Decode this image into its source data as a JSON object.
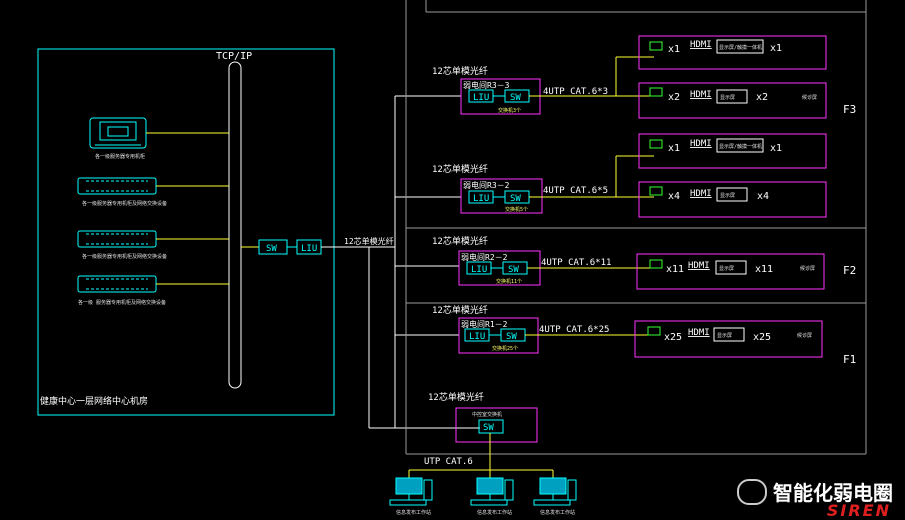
{
  "network": {
    "tcp_label": "TCP/IP",
    "center_room_label": "健康中心一层网络中心机房",
    "core_sw": "SW",
    "core_liu": "LIU",
    "trunk_label": "12芯单模光纤",
    "servers": [
      {
        "label": "各一级服务器专用机柜"
      },
      {
        "label": "各一级服务器专用机柜及网络交换设备"
      },
      {
        "label": "各一级服务器专用机柜及网络交换设备"
      },
      {
        "label": "各一级  服务器专用机柜及网络交换设备"
      }
    ]
  },
  "floors": [
    {
      "name": "F3"
    },
    {
      "name": "F2"
    },
    {
      "name": "F1"
    }
  ],
  "racks": [
    {
      "fiber": "12芯单模光纤",
      "rack": "弱电间R3－3",
      "liu": "LIU",
      "sw": "SW",
      "rack_note": "交换机3个",
      "cable": "4UTP  CAT.6*3",
      "endpoints": [
        {
          "count": "x1",
          "hdmi": "HDMI",
          "device": "显示屏/触摸一体机",
          "device_count": "x1",
          "note": ""
        },
        {
          "count": "x2",
          "hdmi": "HDMI",
          "device": "显示屏",
          "device_count": "x2",
          "note": "候诊屏"
        }
      ]
    },
    {
      "fiber": "12芯单模光纤",
      "rack": "弱电间R3－2",
      "liu": "LIU",
      "sw": "SW",
      "rack_note": "交换机5个",
      "cable": "4UTP  CAT.6*5",
      "endpoints": [
        {
          "count": "x1",
          "hdmi": "HDMI",
          "device": "显示屏/触摸一体机",
          "device_count": "x1",
          "note": ""
        },
        {
          "count": "x4",
          "hdmi": "HDMI",
          "device": "显示屏",
          "device_count": "x4",
          "note": ""
        }
      ]
    },
    {
      "fiber": "12芯单模光纤",
      "rack": "弱电间R2－2",
      "liu": "LIU",
      "sw": "SW",
      "rack_note": "交换机11个",
      "cable": "4UTP  CAT.6*11",
      "endpoints": [
        {
          "count": "x11",
          "hdmi": "HDMI",
          "device": "显示屏",
          "device_count": "x11",
          "note": "候诊屏"
        }
      ]
    },
    {
      "fiber": "12芯单模光纤",
      "rack": "弱电间R1－2",
      "liu": "LIU",
      "sw": "SW",
      "rack_note": "交换机25个",
      "cable": "4UTP  CAT.6*25",
      "endpoints": [
        {
          "count": "x25",
          "hdmi": "HDMI",
          "device": "显示屏",
          "device_count": "x25",
          "note": "候诊屏"
        }
      ]
    }
  ],
  "control": {
    "fiber": "12芯单模光纤",
    "box_label": "中控室交换机",
    "sw": "SW",
    "cable": "UTP  CAT.6",
    "workstations": [
      {
        "label": "信息发布工作站"
      },
      {
        "label": "信息发布工作站"
      },
      {
        "label": "信息发布工作站"
      }
    ]
  },
  "watermark": {
    "text": "智能化弱电圈",
    "brand": "SIREN"
  },
  "colors": {
    "cyan": "#00ffff",
    "magenta": "#ff33ff",
    "yellow": "#ffff33",
    "white": "#ffffff",
    "grey": "#9a9a9a",
    "green": "#33ff33"
  }
}
